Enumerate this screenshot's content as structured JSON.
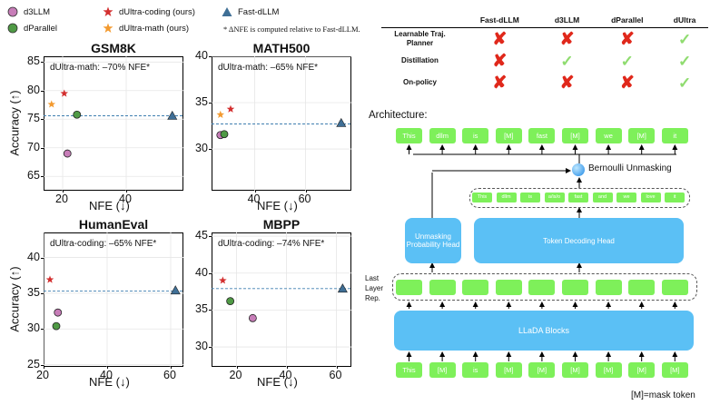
{
  "legend": {
    "items": [
      {
        "label": "d3LLM",
        "marker": "circle",
        "color": "#c77db8"
      },
      {
        "label": "dUltra-coding (ours)",
        "marker": "star",
        "color": "#d32f2f"
      },
      {
        "label": "Fast-dLLM",
        "marker": "triangle",
        "color": "#3f6f96"
      },
      {
        "label": "dParallel",
        "marker": "circle",
        "color": "#4f9a45"
      },
      {
        "label": "dUltra-math (ours)",
        "marker": "star",
        "color": "#f39a2f"
      }
    ],
    "note": "* ΔNFE is computed relative to Fast-dLLM."
  },
  "chart_data": [
    {
      "type": "scatter",
      "title": "GSM8K",
      "annotation": "dUltra-math: –70% NFE*",
      "xlabel": "NFE (↓)",
      "ylabel": "Accuracy (↑)",
      "xlim": [
        14,
        58
      ],
      "ylim": [
        62.5,
        86
      ],
      "xticks": [
        20,
        40
      ],
      "yticks": [
        65,
        70,
        75,
        80,
        85
      ],
      "baseline_y": 75.6,
      "series": [
        {
          "name": "d3LLM",
          "points": [
            [
              21.5,
              69.0
            ]
          ]
        },
        {
          "name": "dParallel",
          "points": [
            [
              24.5,
              75.8
            ]
          ]
        },
        {
          "name": "Fast-dLLM",
          "points": [
            [
              54.5,
              75.6
            ]
          ]
        },
        {
          "name": "dUltra-coding (ours)",
          "points": [
            [
              20.5,
              79.5
            ]
          ]
        },
        {
          "name": "dUltra-math (ours)",
          "points": [
            [
              16.5,
              77.6
            ]
          ]
        }
      ]
    },
    {
      "type": "scatter",
      "title": "MATH500",
      "annotation": "dUltra-math: –65% NFE*",
      "xlabel": "NFE (↓)",
      "ylabel": "",
      "xlim": [
        23,
        78
      ],
      "ylim": [
        25.5,
        40
      ],
      "xticks": [
        40,
        60
      ],
      "yticks": [
        30,
        35,
        40
      ],
      "baseline_y": 32.7,
      "series": [
        {
          "name": "d3LLM",
          "points": [
            [
              26.5,
              31.5
            ]
          ]
        },
        {
          "name": "dParallel",
          "points": [
            [
              28.0,
              31.6
            ]
          ]
        },
        {
          "name": "Fast-dLLM",
          "points": [
            [
              74.0,
              32.8
            ]
          ]
        },
        {
          "name": "dUltra-coding (ours)",
          "points": [
            [
              30.5,
              34.3
            ]
          ]
        },
        {
          "name": "dUltra-math (ours)",
          "points": [
            [
              26.5,
              33.7
            ]
          ]
        }
      ]
    },
    {
      "type": "scatter",
      "title": "HumanEval",
      "annotation": "dUltra-coding: –65% NFE*",
      "xlabel": "NFE (↓)",
      "ylabel": "Accuracy (↑)",
      "xlim": [
        20,
        64
      ],
      "ylim": [
        24.7,
        43.5
      ],
      "xticks": [
        20,
        40,
        60
      ],
      "yticks": [
        25,
        30,
        35,
        40
      ],
      "baseline_y": 35.3,
      "series": [
        {
          "name": "d3LLM",
          "points": [
            [
              24.5,
              32.3
            ]
          ]
        },
        {
          "name": "dParallel",
          "points": [
            [
              24.0,
              30.4
            ]
          ]
        },
        {
          "name": "Fast-dLLM",
          "points": [
            [
              61.5,
              35.4
            ]
          ]
        },
        {
          "name": "dUltra-coding (ours)",
          "points": [
            [
              22.0,
              36.9
            ]
          ]
        }
      ]
    },
    {
      "type": "scatter",
      "title": "MBPP",
      "annotation": "dUltra-coding: –74% NFE*",
      "xlabel": "NFE (↓)",
      "ylabel": "",
      "xlim": [
        10,
        66
      ],
      "ylim": [
        27.3,
        45.5
      ],
      "xticks": [
        20,
        40,
        60
      ],
      "yticks": [
        30,
        35,
        40,
        45
      ],
      "baseline_y": 37.9,
      "series": [
        {
          "name": "d3LLM",
          "points": [
            [
              26.5,
              33.9
            ]
          ]
        },
        {
          "name": "dParallel",
          "points": [
            [
              17.5,
              36.2
            ]
          ]
        },
        {
          "name": "Fast-dLLM",
          "points": [
            [
              62.5,
              37.9
            ]
          ]
        },
        {
          "name": "dUltra-coding (ours)",
          "points": [
            [
              14.5,
              39.0
            ]
          ]
        }
      ]
    }
  ],
  "comparison": {
    "columns": [
      "Fast-dLLM",
      "d3LLM",
      "dParallel",
      "dUltra"
    ],
    "rows": [
      {
        "label": "Learnable Traj. Planner",
        "values": [
          false,
          false,
          false,
          true
        ]
      },
      {
        "label": "Distillation",
        "values": [
          false,
          true,
          true,
          true
        ]
      },
      {
        "label": "On-policy",
        "values": [
          false,
          false,
          false,
          true
        ]
      }
    ]
  },
  "architecture": {
    "title": "Architecture:",
    "output_tokens": [
      "This",
      "dllm",
      "is",
      "[M]",
      "fast",
      "[M]",
      "we",
      "[M]",
      "it"
    ],
    "mid_tokens": [
      "This",
      "dllm",
      "is",
      "a/is/o",
      "fast",
      "and",
      "we",
      "love",
      "it"
    ],
    "input_tokens": [
      "This",
      "[M]",
      "is",
      "[M]",
      "[M]",
      "[M]",
      "[M]",
      "[M]",
      "[M]"
    ],
    "sampling_label": "Bernoulli Unmasking",
    "unmask_head": "Unmasking Probability Head",
    "decode_head": "Token Decoding Head",
    "last_layer_label": "Last Layer Rep.",
    "backbone": "LLaDA Blocks",
    "footnote": "[M]=mask token"
  }
}
